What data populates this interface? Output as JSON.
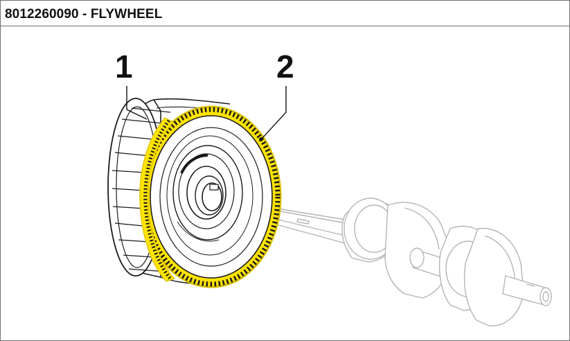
{
  "header": {
    "title": "8012260090 - FLYWHEEL"
  },
  "callouts": [
    {
      "label": "1",
      "part": "fan-ring"
    },
    {
      "label": "2",
      "part": "ring-gear"
    }
  ],
  "colors": {
    "highlight": "#ffe400",
    "highlight_edge": "#d9c100",
    "line": "#1a1a1a",
    "faded_line": "#b4b4b4",
    "border": "#6f6f6f"
  }
}
